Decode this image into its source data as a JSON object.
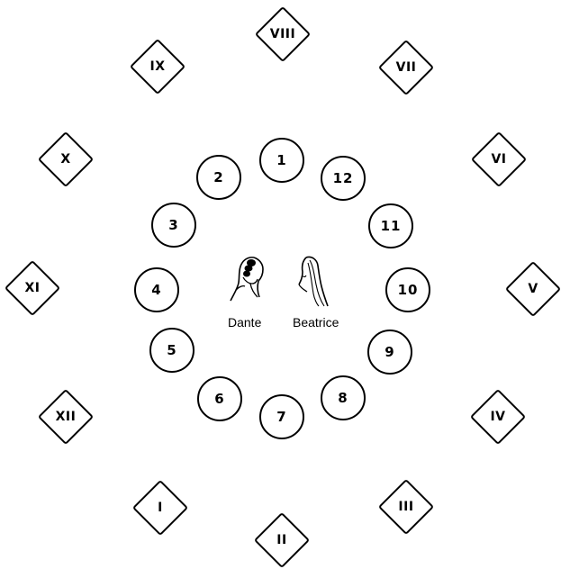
{
  "inner_ring": [
    "1",
    "2",
    "3",
    "4",
    "5",
    "6",
    "7",
    "8",
    "9",
    "10",
    "11",
    "12"
  ],
  "outer_ring": [
    "I",
    "II",
    "III",
    "IV",
    "V",
    "VI",
    "VII",
    "VIII",
    "IX",
    "X",
    "XI",
    "XII"
  ],
  "center": {
    "left_figure": {
      "name": "Dante",
      "icon": "dante-silhouette-icon"
    },
    "right_figure": {
      "name": "Beatrice",
      "icon": "beatrice-silhouette-icon"
    }
  }
}
